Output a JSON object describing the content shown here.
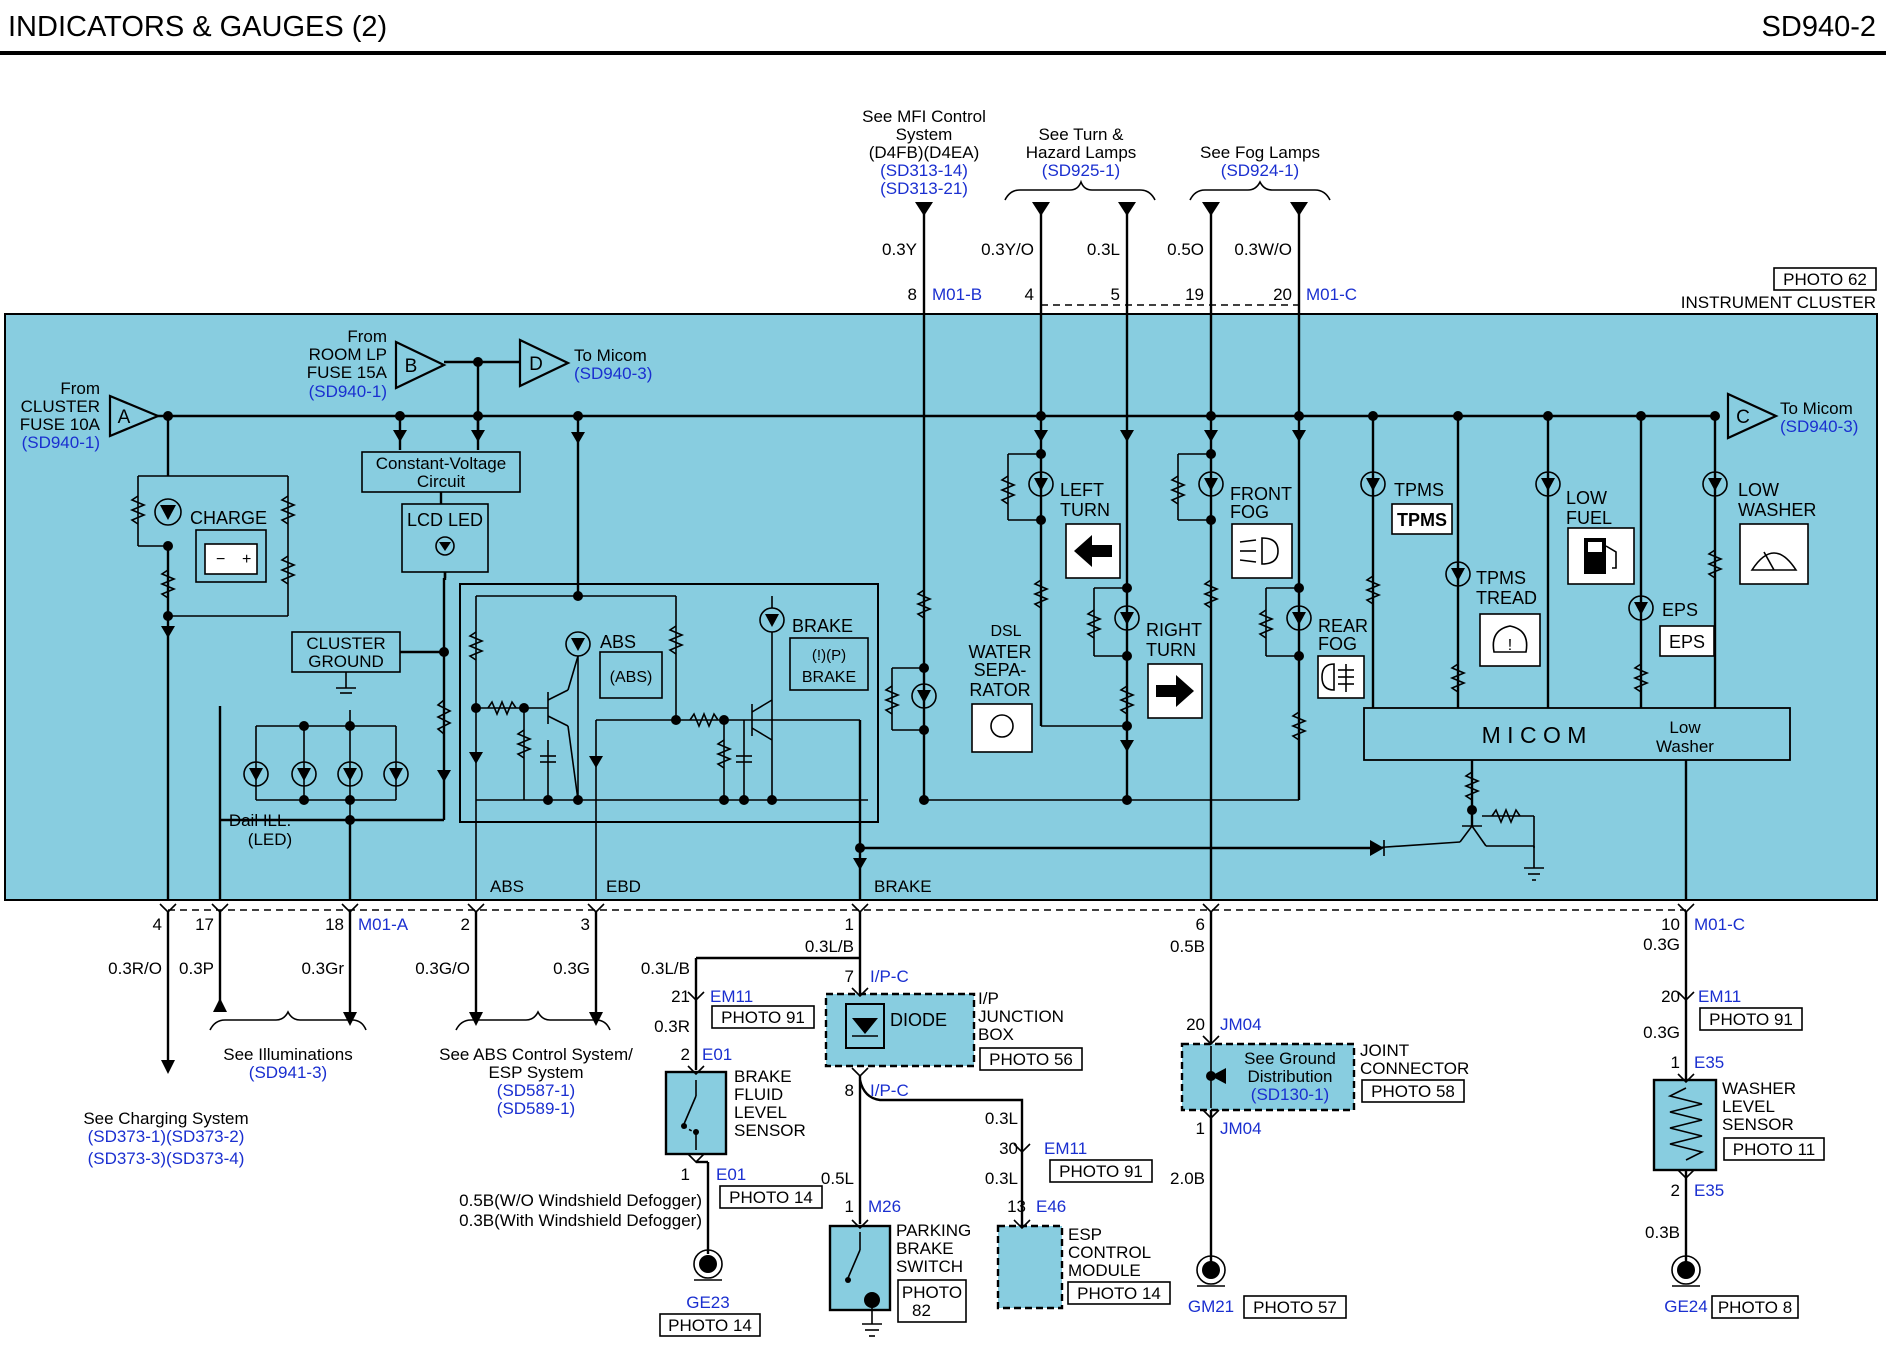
{
  "header": {
    "title": "INDICATORS & GAUGES (2)",
    "code": "SD940-2"
  },
  "cluster": {
    "photo": "PHOTO 62",
    "label": "INSTRUMENT CLUSTER"
  },
  "top_refs": {
    "mfi": {
      "l1": "See MFI Control",
      "l2": "System",
      "l3": "(D4FB)(D4EA)",
      "r1": "(SD313-14)",
      "r2": "(SD313-21)"
    },
    "turn": {
      "l1": "See Turn &",
      "l2": "Hazard Lamps",
      "r1": "(SD925-1)"
    },
    "fog": {
      "l1": "See Fog Lamps",
      "r1": "(SD924-1)"
    }
  },
  "top_wires": {
    "w1": "0.3Y",
    "w2": "0.3Y/O",
    "w3": "0.3L",
    "w4": "0.5O",
    "w5": "0.3W/O"
  },
  "top_pins": {
    "p8": "8",
    "p4": "4",
    "p5": "5",
    "p19": "19",
    "p20": "20",
    "m01b": "M01-B",
    "m01c": "M01-C"
  },
  "inputs": {
    "a": {
      "letter": "A",
      "l1": "From",
      "l2": "CLUSTER",
      "l3": "FUSE 10A",
      "ref": "(SD940-1)"
    },
    "b": {
      "letter": "B",
      "l1": "From",
      "l2": "ROOM LP",
      "l3": "FUSE 15A",
      "ref": "(SD940-1)"
    },
    "d": {
      "letter": "D",
      "l1": "To Micom",
      "ref": "(SD940-3)"
    },
    "c": {
      "letter": "C",
      "l1": "To Micom",
      "ref": "(SD940-3)"
    }
  },
  "internal": {
    "cvc1": "Constant-Voltage",
    "cvc2": "Circuit",
    "lcd": "LCD LED",
    "cg1": "CLUSTER",
    "cg2": "GROUND",
    "charge": "CHARGE",
    "dail1": "Dail ILL.",
    "dail2": "(LED)",
    "abs": "ABS",
    "abs_icon": "(ABS)",
    "brake": "BRAKE",
    "brake_icon": "BRAKE",
    "dsl": "DSL",
    "water1": "WATER",
    "water2": "SEPA-",
    "water3": "RATOR",
    "left1": "LEFT",
    "left2": "TURN",
    "right1": "RIGHT",
    "right2": "TURN",
    "ffog1": "FRONT",
    "ffog2": "FOG",
    "rfog1": "REAR",
    "rfog2": "FOG",
    "tpms": "TPMS",
    "tpms_icon": "TPMS",
    "tread1": "TPMS",
    "tread2": "TREAD",
    "lowfuel1": "LOW",
    "lowfuel2": "FUEL",
    "eps": "EPS",
    "eps_icon": "EPS",
    "lowwasher1": "LOW",
    "lowwasher2": "WASHER",
    "micom": "M I C O M",
    "lw1": "Low",
    "lw2": "Washer",
    "abs_out": "ABS",
    "ebd_out": "EBD",
    "brake_out": "BRAKE"
  },
  "bottom_pins": {
    "p4": "4",
    "p17": "17",
    "p18": "18",
    "m01a": "M01-A",
    "p2": "2",
    "p3": "3",
    "p1": "1",
    "p6": "6",
    "p10": "10",
    "m01c": "M01-C"
  },
  "bottom_wires": {
    "w4": "0.3R/O",
    "w17": "0.3P",
    "w18": "0.3Gr",
    "w2": "0.3G/O",
    "w3": "0.3G",
    "w1": "0.3L/B",
    "w1b": "0.3L/B",
    "w6": "0.5B",
    "w10": "0.3G"
  },
  "bottom_refs": {
    "illum": {
      "l1": "See Illuminations",
      "r1": "(SD941-3)"
    },
    "absref": {
      "l1": "See ABS Control System/",
      "l2": "ESP System",
      "r1": "(SD587-1)",
      "r2": "(SD589-1)"
    },
    "charging": {
      "l1": "See Charging System",
      "r1": "(SD373-1)(SD373-2)",
      "r2": "(SD373-3)(SD373-4)"
    }
  },
  "junction": {
    "p7": "7",
    "ipc1": "I/P-C",
    "diode": "DIODE",
    "j1": "I/P",
    "j2": "JUNCTION",
    "j3": "BOX",
    "photo": "PHOTO 56",
    "p8": "8",
    "ipc2": "I/P-C"
  },
  "brake_fluid": {
    "p21": "21",
    "em11": "EM11",
    "photo91": "PHOTO 91",
    "w": "0.3R",
    "p2": "2",
    "e01a": "E01",
    "l1": "BRAKE",
    "l2": "FLUID",
    "l3": "LEVEL",
    "l4": "SENSOR",
    "p1": "1",
    "e01b": "E01",
    "photo14": "PHOTO 14",
    "wa": "0.5B(W/O Windshield Defogger)",
    "wb": "0.3B(With Windshield Defogger)",
    "ge": "GE23",
    "gephoto": "PHOTO 14"
  },
  "parking": {
    "w": "0.5L",
    "p1": "1",
    "m26": "M26",
    "l1": "PARKING",
    "l2": "BRAKE",
    "l3": "SWITCH",
    "ph1": "PHOTO",
    "ph2": "82"
  },
  "esp": {
    "w1": "0.3L",
    "p30": "30",
    "em11": "EM11",
    "w2": "0.3L",
    "photo91": "PHOTO 91",
    "p13": "13",
    "e46": "E46",
    "l1": "ESP",
    "l2": "CONTROL",
    "l3": "MODULE",
    "photo": "PHOTO 14"
  },
  "ground_joint": {
    "p20": "20",
    "jm04a": "JM04",
    "l1": "See Ground",
    "l2": "Distribution",
    "r1": "(SD130-1)",
    "j1": "JOINT",
    "j2": "CONNECTOR",
    "photo": "PHOTO 58",
    "p1": "1",
    "jm04b": "JM04",
    "w": "2.0B",
    "gm": "GM21",
    "gmphoto": "PHOTO 57"
  },
  "washer": {
    "p20": "20",
    "em11": "EM11",
    "photo91": "PHOTO 91",
    "w": "0.3G",
    "p1": "1",
    "e35a": "E35",
    "l1": "WASHER",
    "l2": "LEVEL",
    "l3": "SENSOR",
    "photo": "PHOTO 11",
    "p2": "2",
    "e35b": "E35",
    "w2": "0.3B",
    "ge": "GE24",
    "gephoto": "PHOTO 8"
  },
  "colors": {
    "cluster_fill": "#88cde0",
    "ref_text": "#1a2fd0",
    "wire": "#000000"
  }
}
